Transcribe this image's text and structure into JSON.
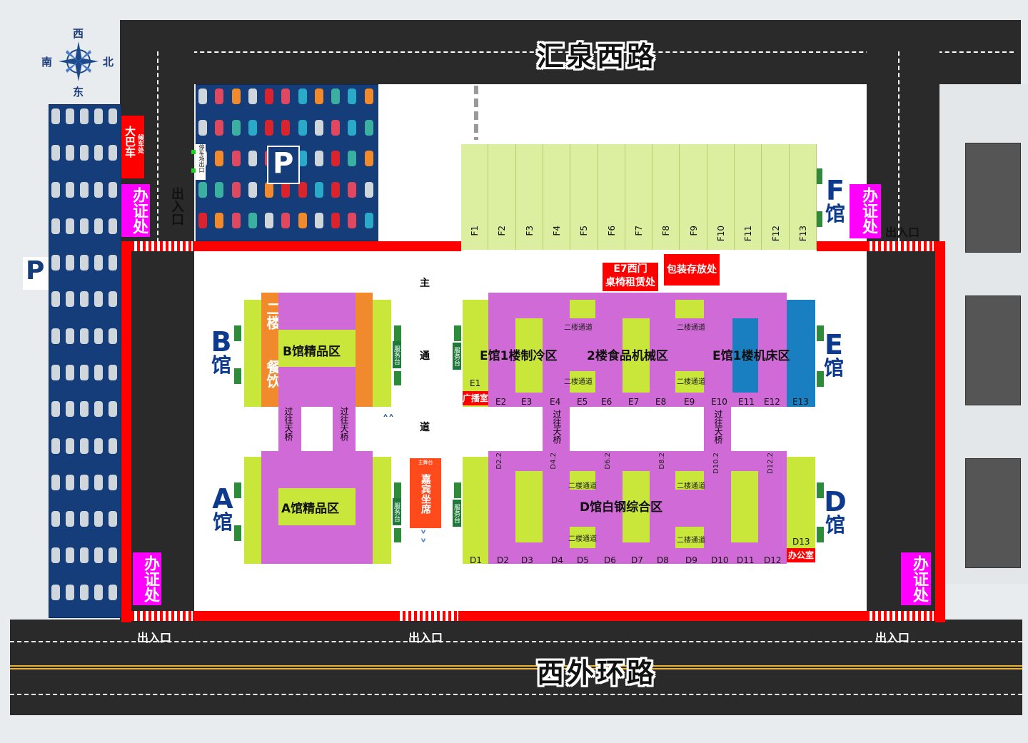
{
  "compass": {
    "north": "北",
    "south": "南",
    "east": "东",
    "west": "西"
  },
  "roads": {
    "top": "汇泉西路",
    "bottom": "西外环路"
  },
  "parking": {
    "symbol": "P",
    "lot_exit_label": "停车场出口"
  },
  "labels": {
    "bus": "大巴车",
    "bus_waiting": "候车处",
    "office_cert": "办证处",
    "exit": "出入口",
    "main_aisle": [
      "主",
      "通",
      "道"
    ],
    "e7_west": "E7西门",
    "e7_rent": "桌椅租赁处",
    "package": "包装存放处",
    "broadcast": "广播室",
    "office": "办公室",
    "overpass": "过往天桥",
    "second_floor_aisle": "二楼通道",
    "service": "服务台",
    "stage": "主舞台",
    "guest": "嘉宾坐席",
    "b_restaurant_1": "二楼",
    "b_restaurant_2": "餐饮"
  },
  "halls": {
    "A": {
      "letter": "A",
      "suffix": "馆",
      "zone": "A馆精品区"
    },
    "B": {
      "letter": "B",
      "suffix": "馆",
      "zone": "B馆精品区"
    },
    "D": {
      "letter": "D",
      "suffix": "馆",
      "zone": "D馆白钢综合区"
    },
    "E": {
      "letter": "E",
      "suffix": "馆",
      "zone1": "E馆1楼制冷区",
      "zone2": "2楼食品机械区",
      "zone3": "E馆1楼机床区"
    },
    "F": {
      "letter": "F",
      "suffix": "馆"
    }
  },
  "f_booths": [
    "F1",
    "F2",
    "F3",
    "F4",
    "F5",
    "F6",
    "F7",
    "F8",
    "F9",
    "F10",
    "F11",
    "F12",
    "F13"
  ],
  "e_booths": [
    "E1",
    "E2",
    "E3",
    "E4",
    "E5",
    "E6",
    "E7",
    "E8",
    "E9",
    "E10",
    "E11",
    "E12",
    "E13"
  ],
  "d_booths": [
    "D1",
    "D2",
    "D3",
    "D4",
    "D5",
    "D6",
    "D7",
    "D8",
    "D9",
    "D10",
    "D11",
    "D12",
    "D13"
  ],
  "d_upper": [
    "D2.2",
    "D4.2",
    "D6.2",
    "D8.2",
    "D10.2",
    "D12.2"
  ],
  "entrance_tag": "出入口",
  "colors": {
    "road": "#2a2a2a",
    "lime": "#c9e63a",
    "violet": "#d06ad6",
    "magenta": "#ff00ff",
    "red": "#ff0000",
    "navy": "#0d3a8c",
    "parking": "#143d7a",
    "orange": "#f08a2c",
    "blue": "#1a7fc1"
  }
}
